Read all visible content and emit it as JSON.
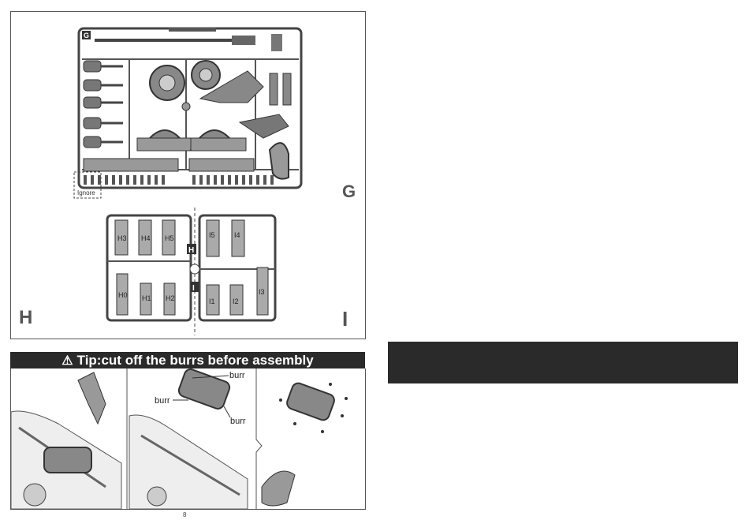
{
  "sprue_g": {
    "letter": "G",
    "tab_label": "G",
    "ignore_label": "Ignore"
  },
  "sprue_hi": {
    "letter_h": "H",
    "letter_i": "I",
    "tab_h": "H",
    "tab_i": "I",
    "parts_h": [
      "H3",
      "H4",
      "H5",
      "H0",
      "H1",
      "H2"
    ],
    "parts_i": [
      "I5",
      "I4",
      "I1",
      "I2",
      "I3"
    ]
  },
  "tip": {
    "warning_icon": "warning-triangle-icon",
    "title": "Tip:cut off the burrs before assembly",
    "burr_labels": [
      "burr",
      "burr",
      "burr"
    ]
  },
  "page_number": "8"
}
